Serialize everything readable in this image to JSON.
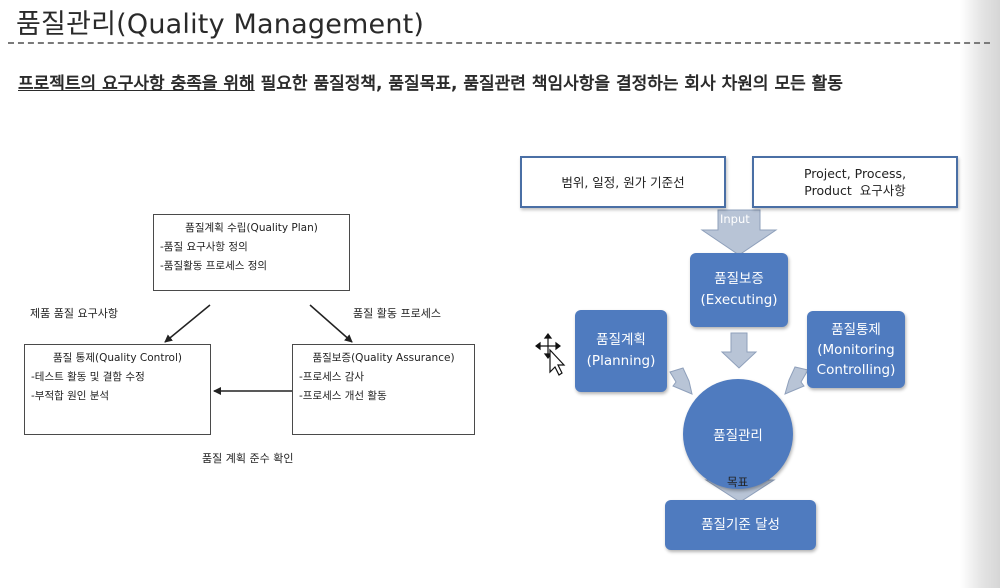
{
  "title": "품질관리(Quality Management)",
  "definition": {
    "lead": "프로젝트의 요구사항 충족을 위해",
    "rest": " 필요한 품질정책, 품질목표, 품질관련 책임사항을 결정하는 회사 차원의 모든 활동"
  },
  "left_diagram": {
    "plan_box": {
      "title": "품질계획 수립(Quality Plan)",
      "items": [
        "-품질 요구사항 정의",
        "-품질활동 프로세스 정의"
      ]
    },
    "control_box": {
      "title": "품질 통제(Quality Control)",
      "items": [
        "-테스트 활동 및 결함 수정",
        "-부적합 원인 분석"
      ]
    },
    "assurance_box": {
      "title": "품질보증(Quality Assurance)",
      "items": [
        "-프로세스 감사",
        "-프로세스 개선 활동"
      ]
    },
    "labels": {
      "left_arrow": "제품 품질 요구사항",
      "right_arrow": "품질 활동 프로세스",
      "bottom_arrow": "품질 계획 준수 확인"
    }
  },
  "right_diagram": {
    "baseline_box": "범위, 일정, 원가 기준선",
    "requirements_box": [
      "Project, Process,",
      "Product  요구사항"
    ],
    "input_label": "Input",
    "executing": [
      "품질보증",
      "(Executing)"
    ],
    "planning": [
      "품질계획",
      "(Planning)"
    ],
    "monitoring": [
      "품질통제",
      "(Monitoring",
      "Controlling)"
    ],
    "center": "품질관리",
    "goal_label": "목표",
    "result": "품질기준 달성",
    "colors": {
      "node_fill": "#4f7bbf",
      "arrow_fill": "#b8c4d6",
      "box_border": "#4a6fa5"
    }
  }
}
